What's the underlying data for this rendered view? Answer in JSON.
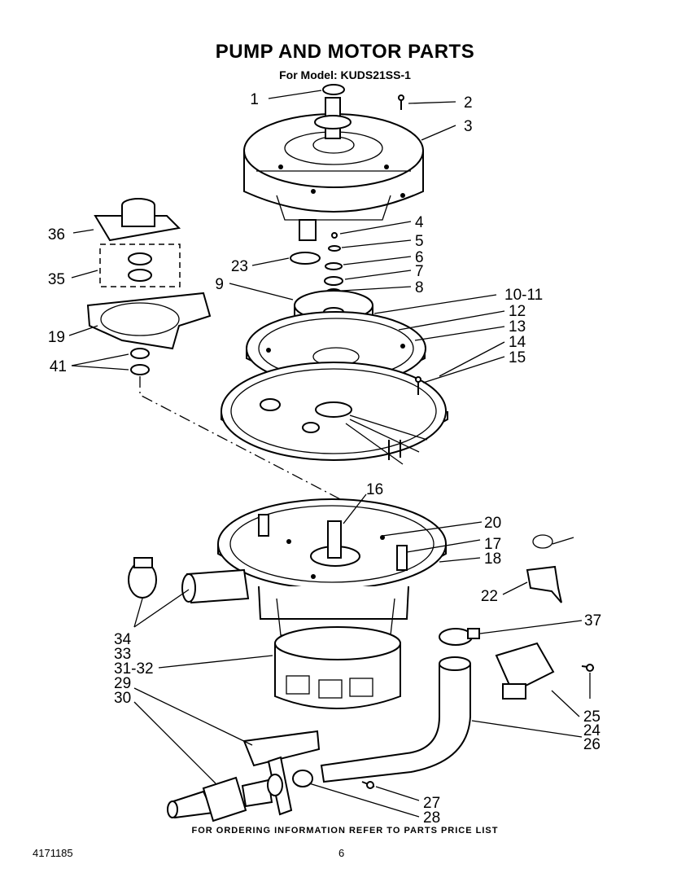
{
  "header": {
    "title": "PUMP AND MOTOR PARTS",
    "subtitle": "For Model: KUDS21SS-1"
  },
  "callouts": [
    {
      "id": "c1",
      "label": "1"
    },
    {
      "id": "c2",
      "label": "2"
    },
    {
      "id": "c3",
      "label": "3"
    },
    {
      "id": "c4",
      "label": "4"
    },
    {
      "id": "c5",
      "label": "5"
    },
    {
      "id": "c6",
      "label": "6"
    },
    {
      "id": "c7",
      "label": "7"
    },
    {
      "id": "c8",
      "label": "8"
    },
    {
      "id": "c9",
      "label": "9"
    },
    {
      "id": "c10",
      "label": "10-11"
    },
    {
      "id": "c12",
      "label": "12"
    },
    {
      "id": "c13",
      "label": "13"
    },
    {
      "id": "c14",
      "label": "14"
    },
    {
      "id": "c15",
      "label": "15"
    },
    {
      "id": "c16",
      "label": "16"
    },
    {
      "id": "c17",
      "label": "17"
    },
    {
      "id": "c18",
      "label": "18"
    },
    {
      "id": "c19",
      "label": "19"
    },
    {
      "id": "c20",
      "label": "20"
    },
    {
      "id": "c22",
      "label": "22"
    },
    {
      "id": "c23",
      "label": "23"
    },
    {
      "id": "c24",
      "label": "24"
    },
    {
      "id": "c25",
      "label": "25"
    },
    {
      "id": "c26",
      "label": "26"
    },
    {
      "id": "c27",
      "label": "27"
    },
    {
      "id": "c28",
      "label": "28"
    },
    {
      "id": "c29",
      "label": "29"
    },
    {
      "id": "c30",
      "label": "30"
    },
    {
      "id": "c3132",
      "label": "31-32"
    },
    {
      "id": "c33",
      "label": "33"
    },
    {
      "id": "c34",
      "label": "34"
    },
    {
      "id": "c35",
      "label": "35"
    },
    {
      "id": "c36",
      "label": "36"
    },
    {
      "id": "c37",
      "label": "37"
    },
    {
      "id": "c41",
      "label": "41"
    }
  ],
  "footer": {
    "note": "FOR ORDERING INFORMATION REFER TO PARTS PRICE LIST",
    "doc_number": "4171185",
    "page_number": "6"
  }
}
